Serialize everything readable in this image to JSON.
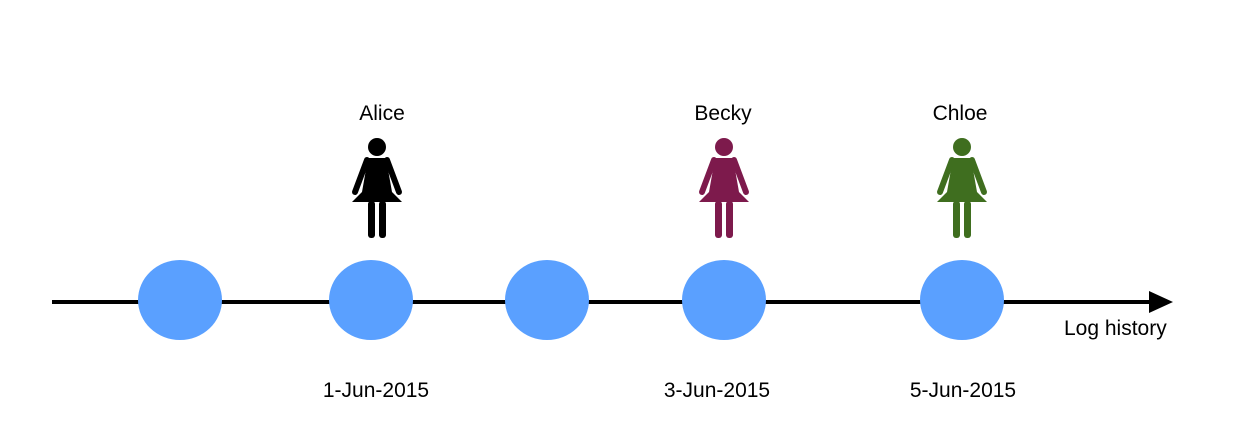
{
  "timeline": {
    "axis_label": "Log history",
    "line_color": "#000000",
    "node_color": "#5aa0ff",
    "nodes": [
      {
        "id": 1
      },
      {
        "id": 2,
        "date": "1-Jun-2015",
        "person": {
          "name": "Alice",
          "color": "#000000",
          "icon": "woman-icon"
        }
      },
      {
        "id": 3
      },
      {
        "id": 4,
        "date": "3-Jun-2015",
        "person": {
          "name": "Becky",
          "color": "#7d1a4c",
          "icon": "woman-icon"
        }
      },
      {
        "id": 5,
        "date": "5-Jun-2015",
        "person": {
          "name": "Chloe",
          "color": "#3f6e1f",
          "icon": "woman-icon"
        }
      }
    ]
  }
}
